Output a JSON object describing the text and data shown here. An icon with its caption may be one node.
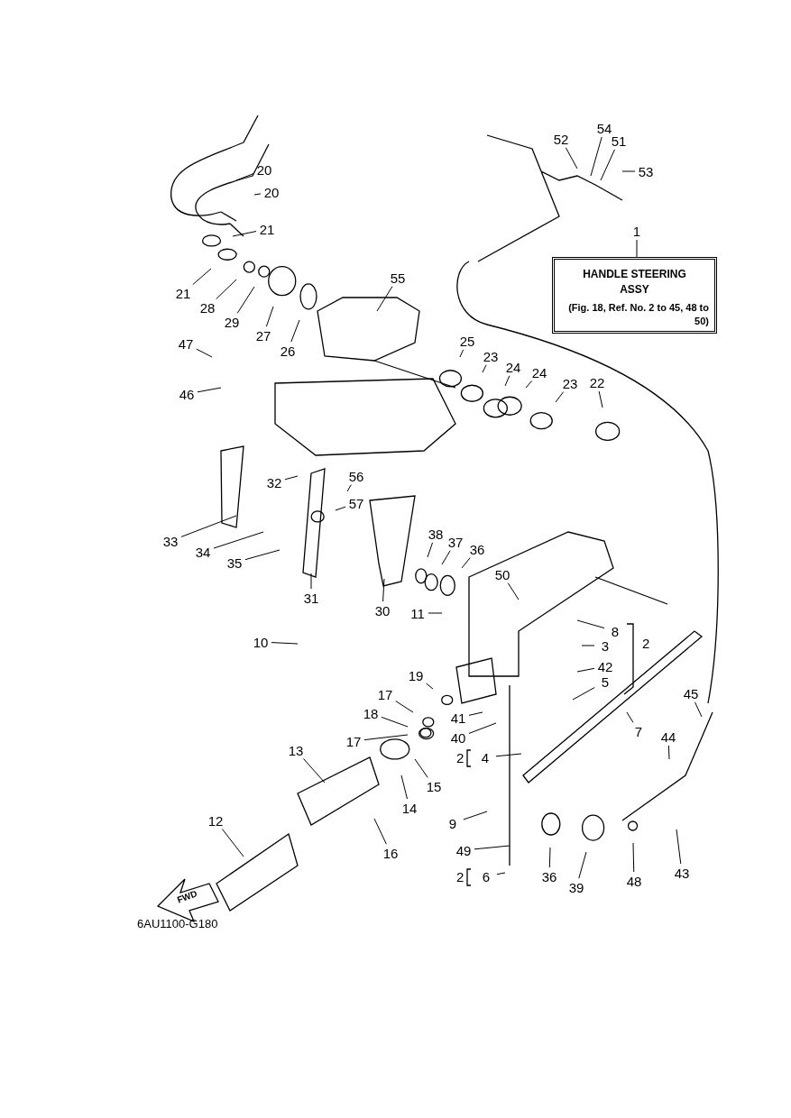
{
  "diagram": {
    "nodes": [
      {
        "text": [
          "20"
        ]
      },
      {
        "text": [
          "20"
        ]
      },
      {
        "text": [
          "21"
        ]
      },
      {
        "text": [
          "21"
        ]
      },
      {
        "text": [
          "28"
        ]
      },
      {
        "text": [
          "29"
        ]
      },
      {
        "text": [
          "27"
        ]
      },
      {
        "text": [
          "26"
        ]
      },
      {
        "text": [
          "55"
        ]
      },
      {
        "text": [
          "47"
        ]
      },
      {
        "text": [
          "46"
        ]
      },
      {
        "text": [
          "54"
        ]
      },
      {
        "text": [
          "52"
        ]
      },
      {
        "text": [
          "51"
        ]
      },
      {
        "text": [
          "53"
        ]
      },
      {
        "text": [
          "1"
        ]
      },
      {
        "text": [
          "HANDLE STEERING ASSY",
          "(Fig. 18, Ref. No. 2 to 45, 48 to 50)"
        ]
      },
      {
        "text": [
          "25"
        ]
      },
      {
        "text": [
          "23"
        ]
      },
      {
        "text": [
          "24"
        ]
      },
      {
        "text": [
          "24"
        ]
      },
      {
        "text": [
          "23"
        ]
      },
      {
        "text": [
          "22"
        ]
      },
      {
        "text": [
          "56"
        ]
      },
      {
        "text": [
          "32"
        ]
      },
      {
        "text": [
          "57"
        ]
      },
      {
        "text": [
          "33"
        ]
      },
      {
        "text": [
          "34"
        ]
      },
      {
        "text": [
          "35"
        ]
      },
      {
        "text": [
          "31"
        ]
      },
      {
        "text": [
          "30"
        ]
      },
      {
        "text": [
          "38"
        ]
      },
      {
        "text": [
          "37"
        ]
      },
      {
        "text": [
          "36"
        ]
      },
      {
        "text": [
          "50"
        ]
      },
      {
        "text": [
          "11"
        ]
      },
      {
        "text": [
          "10"
        ]
      },
      {
        "text": [
          "8"
        ]
      },
      {
        "text": [
          "3"
        ]
      },
      {
        "text": [
          "42"
        ]
      },
      {
        "text": [
          "5"
        ]
      },
      {
        "text": [
          "19"
        ]
      },
      {
        "text": [
          "17"
        ]
      },
      {
        "text": [
          "18"
        ]
      },
      {
        "text": [
          "17"
        ]
      },
      {
        "text": [
          "41"
        ]
      },
      {
        "text": [
          "40"
        ]
      },
      {
        "text": [
          "4"
        ]
      },
      {
        "text": [
          "7"
        ]
      },
      {
        "text": [
          "45"
        ]
      },
      {
        "text": [
          "44"
        ]
      },
      {
        "text": [
          "13"
        ]
      },
      {
        "text": [
          "14"
        ]
      },
      {
        "text": [
          "15"
        ]
      },
      {
        "text": [
          "16"
        ]
      },
      {
        "text": [
          "12"
        ]
      },
      {
        "text": [
          "9"
        ]
      },
      {
        "text": [
          "49"
        ]
      },
      {
        "text": [
          "6"
        ]
      },
      {
        "text": [
          "36"
        ]
      },
      {
        "text": [
          "39"
        ]
      },
      {
        "text": [
          "48"
        ]
      },
      {
        "text": [
          "43"
        ]
      }
    ],
    "edges": [
      {
        "from": 0,
        "to": null,
        "arrow": "none"
      },
      {
        "from": 1,
        "to": null,
        "arrow": "none"
      },
      {
        "from": 2,
        "to": null,
        "arrow": "none"
      },
      {
        "from": 3,
        "to": null,
        "arrow": "none"
      },
      {
        "from": 4,
        "to": null,
        "arrow": "none"
      },
      {
        "from": 5,
        "to": null,
        "arrow": "none"
      },
      {
        "from": 6,
        "to": null,
        "arrow": "none"
      },
      {
        "from": 7,
        "to": null,
        "arrow": "none"
      },
      {
        "from": 8,
        "to": null,
        "arrow": "none"
      },
      {
        "from": 9,
        "to": null,
        "arrow": "none"
      },
      {
        "from": 10,
        "to": null,
        "arrow": "none"
      },
      {
        "from": 11,
        "to": null,
        "arrow": "none"
      },
      {
        "from": 12,
        "to": null,
        "arrow": "none"
      },
      {
        "from": 13,
        "to": null,
        "arrow": "none"
      },
      {
        "from": 14,
        "to": null,
        "arrow": "none"
      },
      {
        "from": 15,
        "to": 16,
        "arrow": "none"
      },
      {
        "from": 17,
        "to": null,
        "arrow": "none"
      },
      {
        "from": 18,
        "to": null,
        "arrow": "none"
      },
      {
        "from": 19,
        "to": null,
        "arrow": "none"
      },
      {
        "from": 20,
        "to": null,
        "arrow": "none"
      },
      {
        "from": 21,
        "to": null,
        "arrow": "none"
      },
      {
        "from": 22,
        "to": null,
        "arrow": "none"
      },
      {
        "from": 23,
        "to": null,
        "arrow": "none"
      },
      {
        "from": 24,
        "to": null,
        "arrow": "none"
      },
      {
        "from": 25,
        "to": null,
        "arrow": "none"
      },
      {
        "from": 26,
        "to": null,
        "arrow": "none"
      },
      {
        "from": 27,
        "to": null,
        "arrow": "none"
      },
      {
        "from": 28,
        "to": null,
        "arrow": "none"
      },
      {
        "from": 29,
        "to": null,
        "arrow": "none"
      },
      {
        "from": 30,
        "to": null,
        "arrow": "none"
      },
      {
        "from": 31,
        "to": null,
        "arrow": "none"
      },
      {
        "from": 32,
        "to": null,
        "arrow": "none"
      },
      {
        "from": 33,
        "to": null,
        "arrow": "none"
      },
      {
        "from": 34,
        "to": null,
        "arrow": "none"
      },
      {
        "from": 35,
        "to": null,
        "arrow": "none"
      },
      {
        "from": 36,
        "to": null,
        "arrow": "none"
      },
      {
        "from": 37,
        "to": null,
        "arrow": "none"
      },
      {
        "from": 38,
        "to": null,
        "arrow": "none"
      },
      {
        "from": 39,
        "to": null,
        "arrow": "none"
      },
      {
        "from": 40,
        "to": null,
        "arrow": "none"
      },
      {
        "from": 41,
        "to": null,
        "arrow": "none"
      },
      {
        "from": 42,
        "to": null,
        "arrow": "none"
      },
      {
        "from": 43,
        "to": null,
        "arrow": "none"
      },
      {
        "from": 44,
        "to": null,
        "arrow": "none"
      },
      {
        "from": 45,
        "to": null,
        "arrow": "none"
      },
      {
        "from": 46,
        "to": null,
        "arrow": "none"
      },
      {
        "from": 47,
        "to": null,
        "arrow": "none"
      },
      {
        "from": 48,
        "to": null,
        "arrow": "none"
      },
      {
        "from": 49,
        "to": null,
        "arrow": "none"
      },
      {
        "from": 50,
        "to": null,
        "arrow": "none"
      },
      {
        "from": 51,
        "to": null,
        "arrow": "none"
      },
      {
        "from": 52,
        "to": null,
        "arrow": "none"
      },
      {
        "from": 53,
        "to": null,
        "arrow": "none"
      },
      {
        "from": 54,
        "to": null,
        "arrow": "none"
      },
      {
        "from": 55,
        "to": null,
        "arrow": "none"
      },
      {
        "from": 56,
        "to": null,
        "arrow": "none"
      },
      {
        "from": 57,
        "to": null,
        "arrow": "none"
      },
      {
        "from": 58,
        "to": null,
        "arrow": "none"
      },
      {
        "from": 59,
        "to": null,
        "arrow": "none"
      },
      {
        "from": 60,
        "to": null,
        "arrow": "none"
      },
      {
        "from": 61,
        "to": null,
        "arrow": "none"
      },
      {
        "from": 62,
        "to": null,
        "arrow": "none"
      }
    ],
    "labels": [
      "2",
      "2",
      "2",
      "FWD",
      "6AU1100-G180"
    ]
  }
}
